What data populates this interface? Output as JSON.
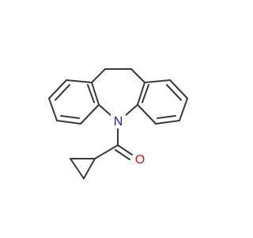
{
  "molecule": {
    "atoms": [
      {
        "id": "N",
        "symbol": "N",
        "color": "#1a1ad6"
      },
      {
        "id": "O",
        "symbol": "O",
        "color": "#e01010"
      }
    ],
    "bond_color": "#3a3a3a"
  }
}
